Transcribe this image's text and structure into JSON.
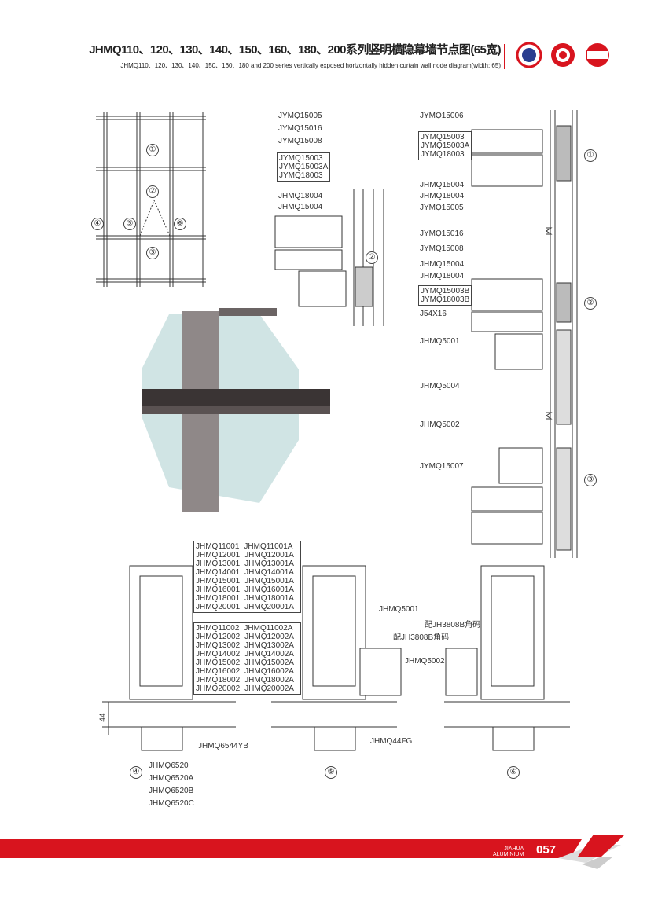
{
  "header": {
    "title": "JHMQ110、120、130、140、150、160、180、200系列竖明横隐幕墙节点图(65宽)",
    "subtitle": "JHMQ110、120、130、140、150、160、180 and 200 series vertically exposed horizontally hidden curtain wall node diagram(width: 65)",
    "logos": [
      "gb-logo",
      "certification-seal",
      "CQM"
    ]
  },
  "grid": {
    "markers": [
      "①",
      "②",
      "③",
      "④",
      "⑤",
      "⑥"
    ]
  },
  "node2_top": {
    "labels": [
      "JYMQ15005",
      "JYMQ15016",
      "JYMQ15008"
    ],
    "box": [
      "JYMQ15003",
      "JYMQ15003A",
      "JYMQ18003"
    ],
    "labels2": [
      "JHMQ18004",
      "JHMQ15004"
    ],
    "marker": "②"
  },
  "right_node1": {
    "label": "JYMQ15006",
    "box": [
      "JYMQ15003",
      "JYMQ15003A",
      "JYMQ18003"
    ],
    "labels2": [
      "JHMQ15004",
      "JHMQ18004",
      "JYMQ15005"
    ],
    "marker": "①"
  },
  "right_node2": {
    "labels": [
      "JYMQ15016",
      "JYMQ15008",
      "JHMQ15004",
      "JHMQ18004"
    ],
    "box": [
      "JYMQ15003B",
      "JYMQ18003B"
    ],
    "labels2": [
      "J54X16",
      "JHMQ5001",
      "JHMQ5004"
    ],
    "marker": "②"
  },
  "right_node3": {
    "labels": [
      "JHMQ5002",
      "JYMQ15007"
    ],
    "marker": "③"
  },
  "bottom": {
    "box1": [
      [
        "JHMQ11001",
        "JHMQ11001A"
      ],
      [
        "JHMQ12001",
        "JHMQ12001A"
      ],
      [
        "JHMQ13001",
        "JHMQ13001A"
      ],
      [
        "JHMQ14001",
        "JHMQ14001A"
      ],
      [
        "JHMQ15001",
        "JHMQ15001A"
      ],
      [
        "JHMQ16001",
        "JHMQ16001A"
      ],
      [
        "JHMQ18001",
        "JHMQ18001A"
      ],
      [
        "JHMQ20001",
        "JHMQ20001A"
      ]
    ],
    "box2": [
      [
        "JHMQ11002",
        "JHMQ11002A"
      ],
      [
        "JHMQ12002",
        "JHMQ12002A"
      ],
      [
        "JHMQ13002",
        "JHMQ13002A"
      ],
      [
        "JHMQ14002",
        "JHMQ14002A"
      ],
      [
        "JHMQ15002",
        "JHMQ15002A"
      ],
      [
        "JHMQ16002",
        "JHMQ16002A"
      ],
      [
        "JHMQ18002",
        "JHMQ18002A"
      ],
      [
        "JHMQ20002",
        "JHMQ20002A"
      ]
    ],
    "dim": "44",
    "n4": {
      "label": "JHMQ6544YB",
      "parts": [
        "JHMQ6520",
        "JHMQ6520A",
        "JHMQ6520B",
        "JHMQ6520C"
      ],
      "marker": "④"
    },
    "n5": {
      "labels": [
        "JHMQ5001",
        "配JH3808B角码",
        "配JH3808B角码",
        "JHMQ5002",
        "JHMQ44FG"
      ],
      "marker": "⑤"
    },
    "n6": {
      "marker": "⑥"
    }
  },
  "footer": {
    "brand1": "JIAHUA",
    "brand2": "ALUMINIUM",
    "page": "057",
    "accent": "#d8141e"
  }
}
